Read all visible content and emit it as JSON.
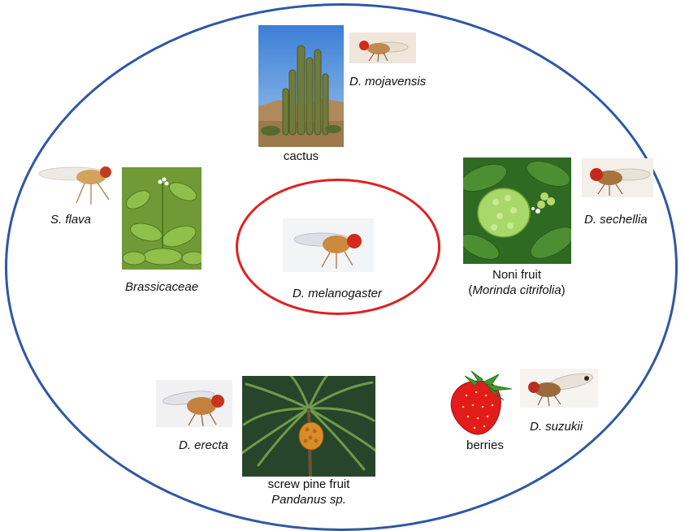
{
  "central": {
    "species": "D. melanogaster"
  },
  "items": {
    "mojavensis": {
      "host": "cactus",
      "species": "D. mojavensis"
    },
    "flava": {
      "host": "Brassicaceae",
      "species": "S. flava"
    },
    "sechellia": {
      "host_line1": "Noni fruit",
      "host_line2_open": "(",
      "host_line2_italic": "Morinda citrifolia",
      "host_line2_close": ")",
      "species": "D. sechellia"
    },
    "erecta": {
      "host_line1": "screw pine fruit",
      "host_line2": "Pandanus sp.",
      "species": "D. erecta"
    },
    "suzukii": {
      "host": "berries",
      "species": "D. suzukii"
    }
  },
  "colors": {
    "outer_oval": "#2f57a5",
    "inner_oval": "#e02020",
    "fly_eye": "#d42a1a",
    "fly_body": "#c98a4a"
  }
}
